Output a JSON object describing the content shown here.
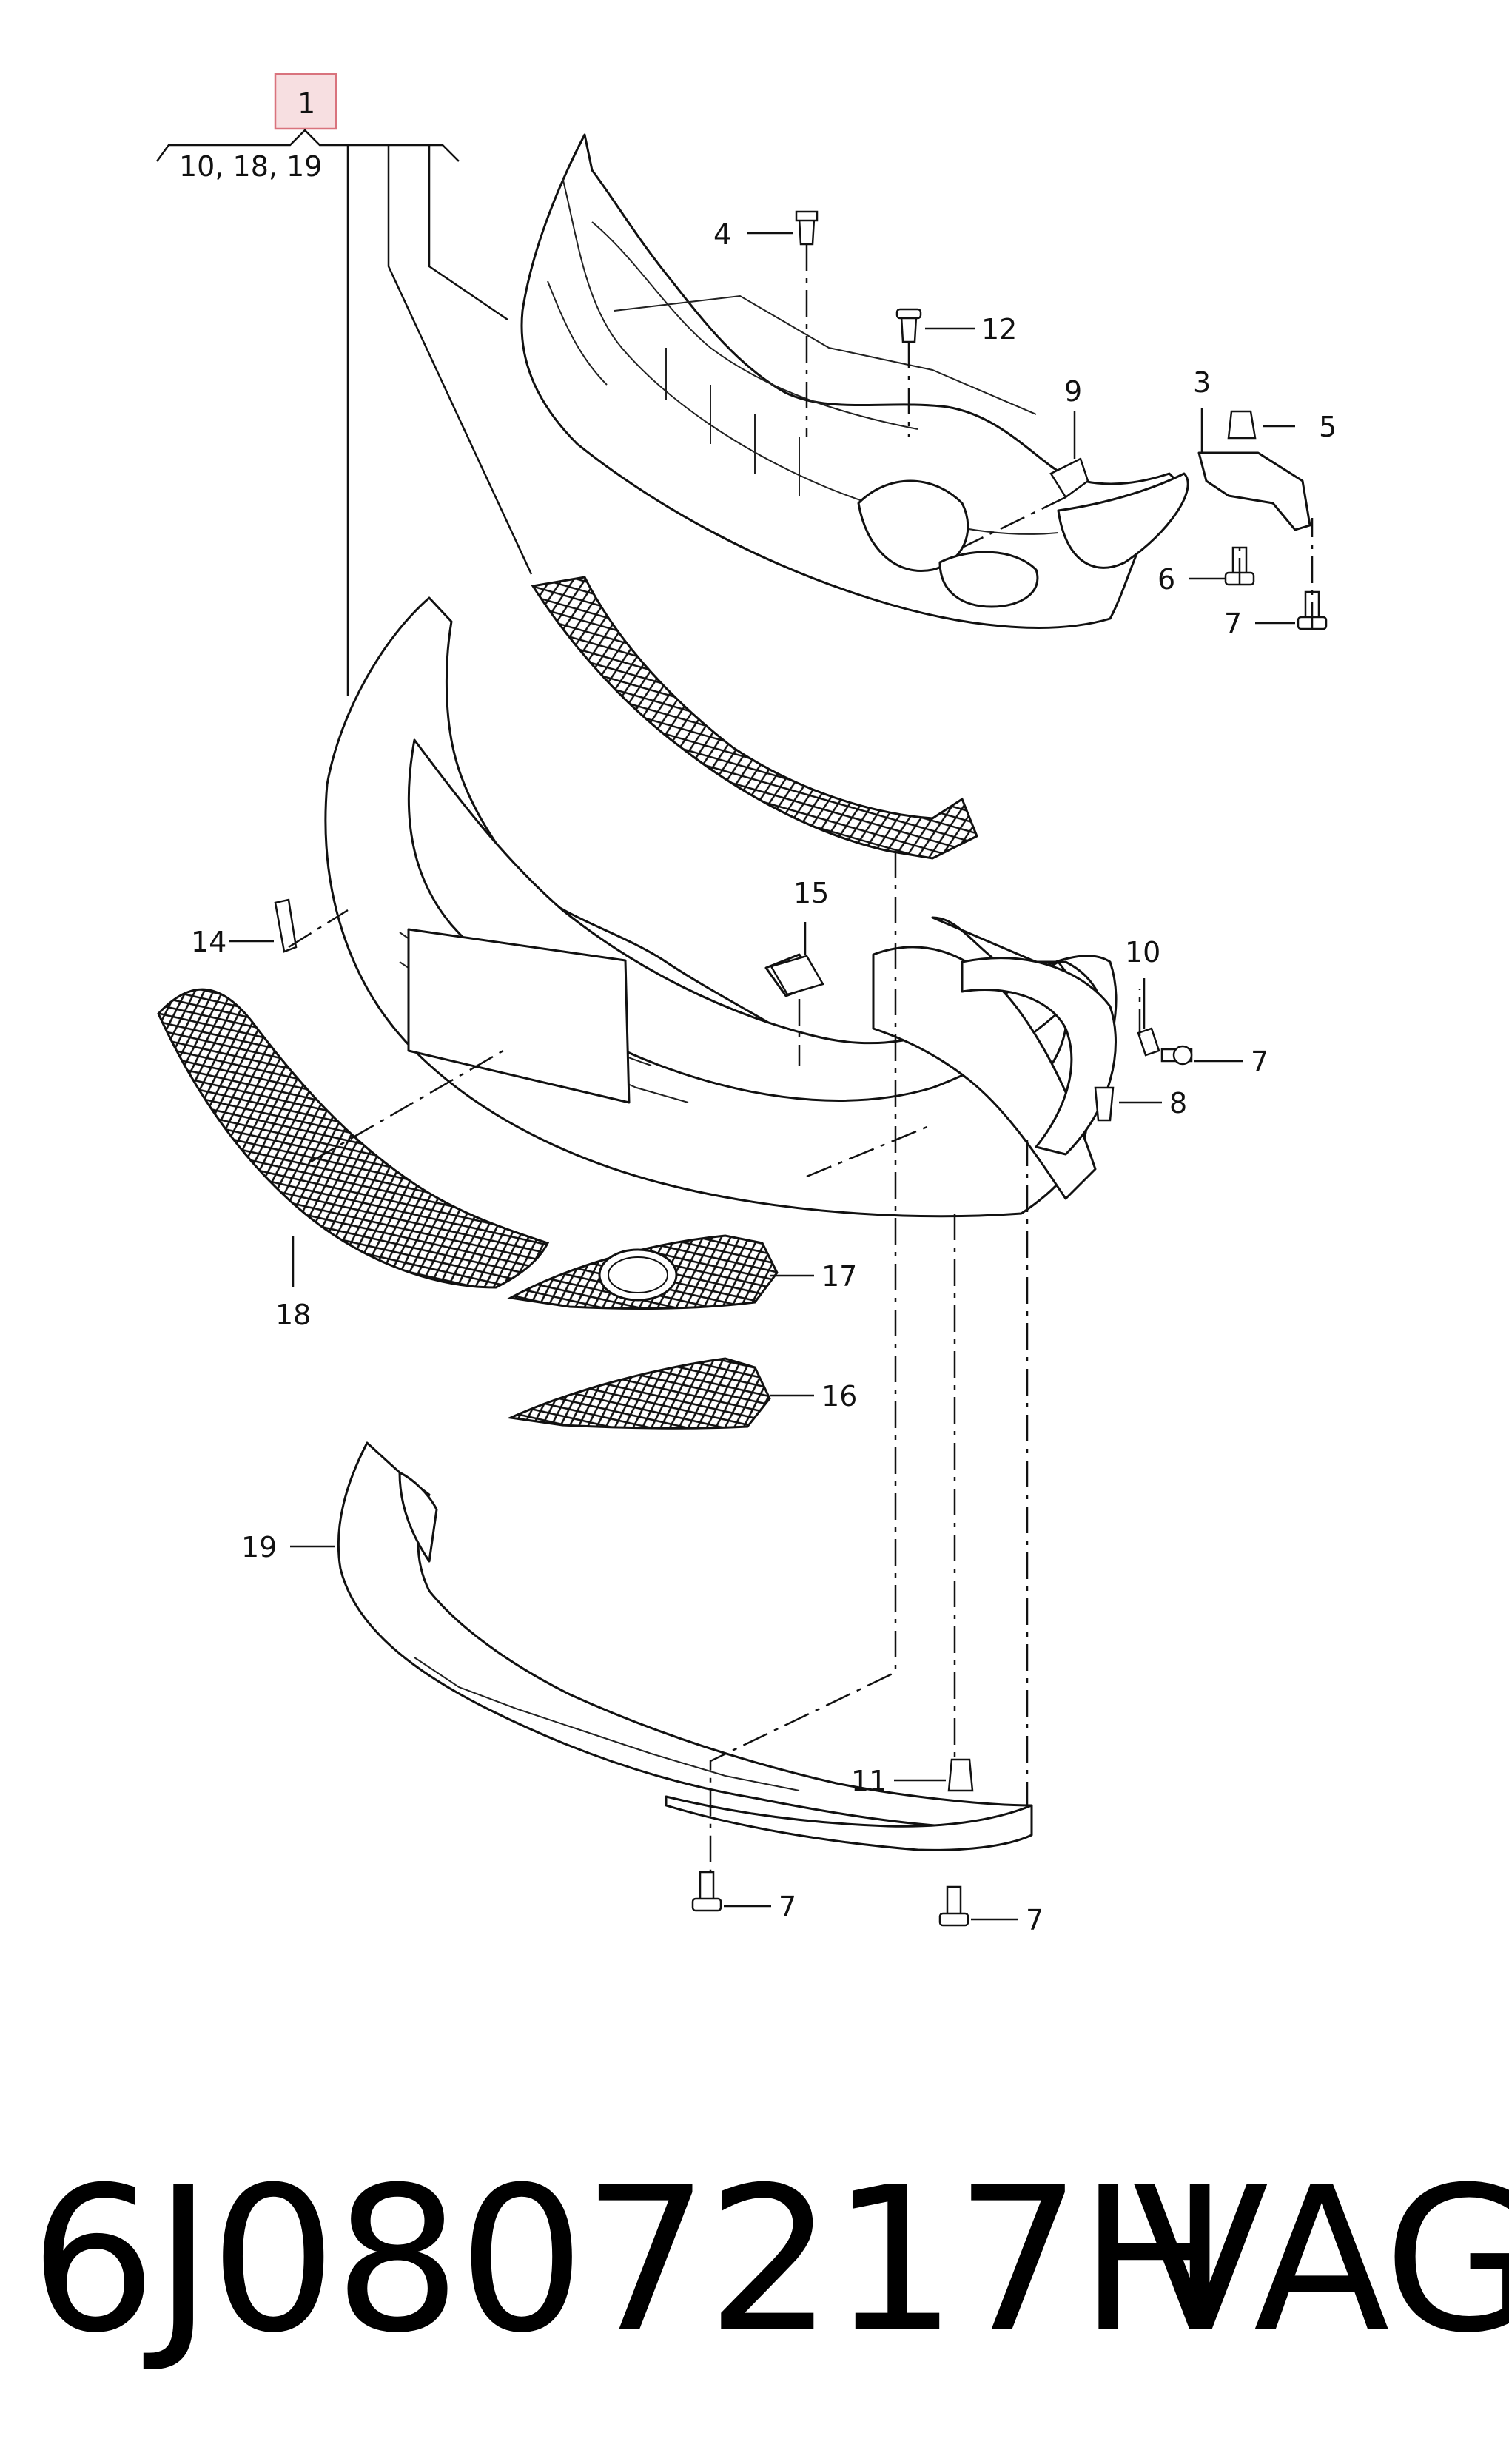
{
  "diagram": {
    "assembly_callout": {
      "number": "1",
      "includes": "10, 18, 19"
    },
    "callouts": {
      "c3": "3",
      "c4": "4",
      "c5": "5",
      "c6": "6",
      "c7a": "7",
      "c7b": "7",
      "c7c": "7",
      "c7d": "7",
      "c8": "8",
      "c9": "9",
      "c10": "10",
      "c11": "11",
      "c12": "12",
      "c14": "14",
      "c15": "15",
      "c16": "16",
      "c17": "17",
      "c18": "18",
      "c19": "19"
    },
    "highlight_color": "#e8a3a9"
  },
  "footer": {
    "part_number": "6J0807217H",
    "brand": "VAG"
  }
}
